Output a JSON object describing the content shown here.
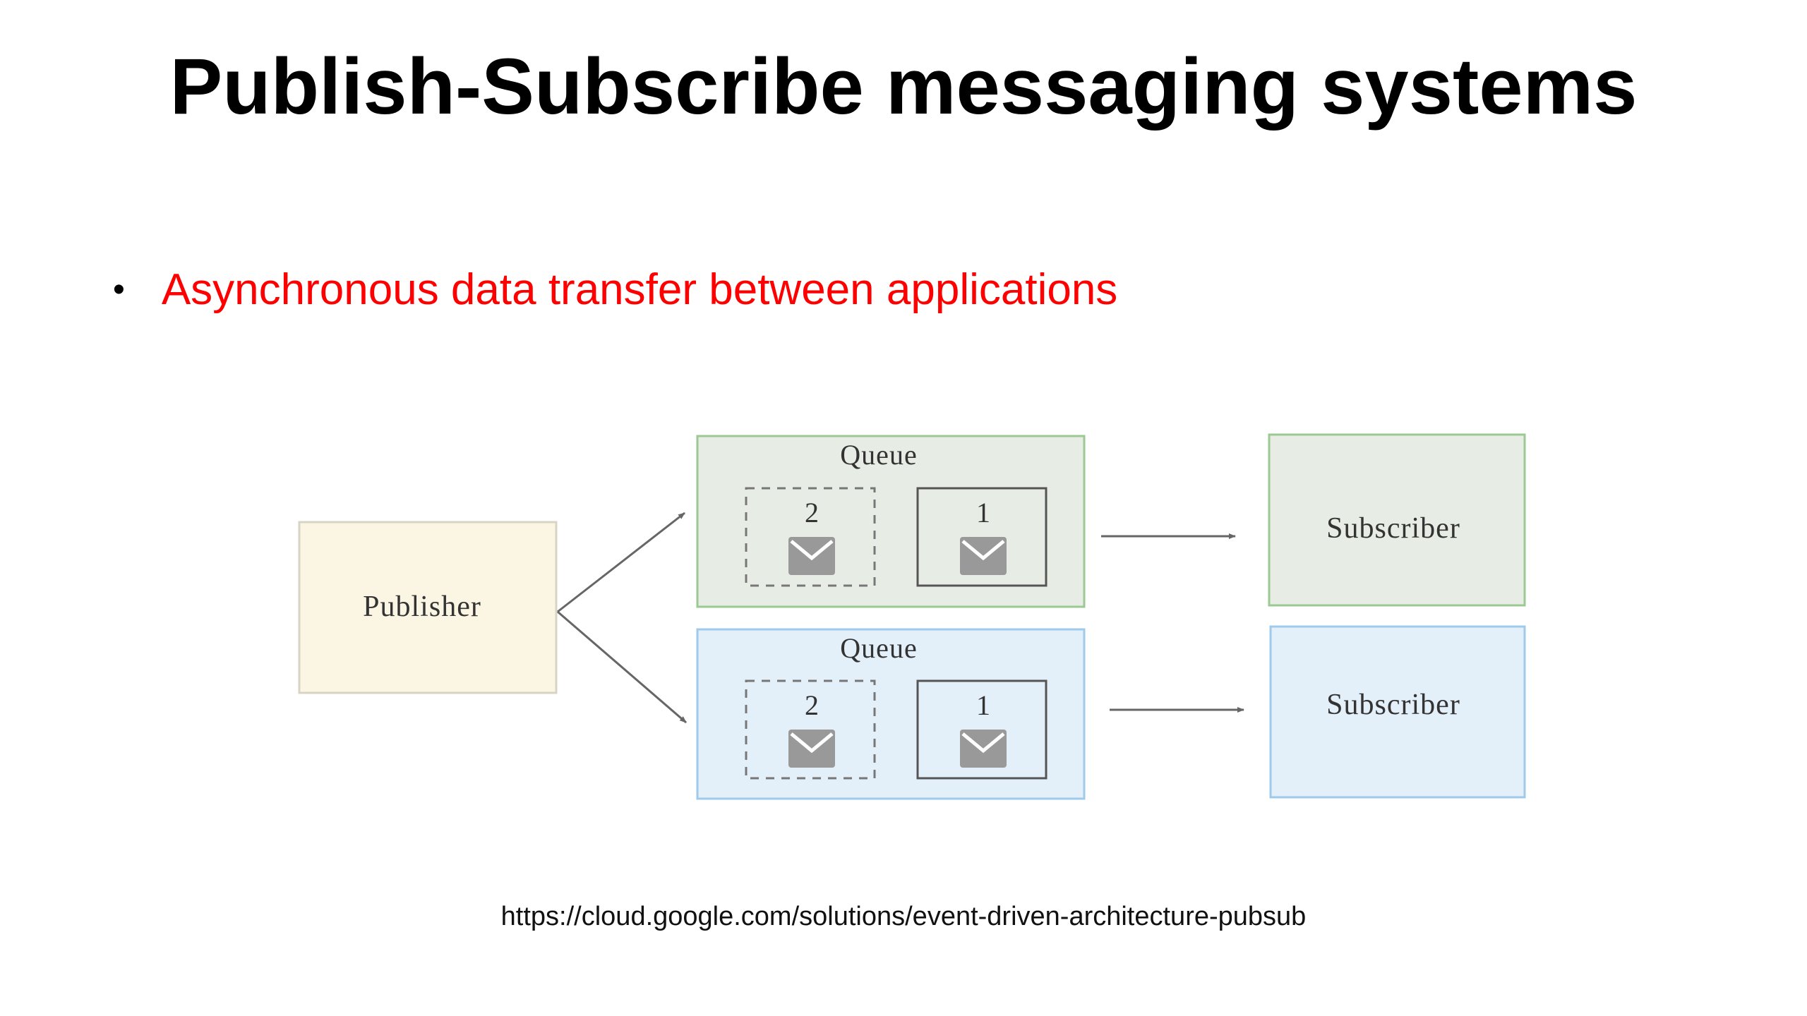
{
  "slide": {
    "title": "Publish-Subscribe messaging systems",
    "bullet": "•",
    "bullet_text": "Asynchronous data transfer between applications",
    "source_url": "https://cloud.google.com/solutions/event-driven-architecture-pubsub"
  },
  "colors": {
    "bullet_text": "#ff0000",
    "publisher_fill": "#fbf6e4",
    "publisher_stroke": "#d8d4c4",
    "green_fill": "#e7ece4",
    "green_stroke": "#9cc993",
    "blue_fill": "#e3eff9",
    "blue_stroke": "#9fcaea",
    "envelope": "#999999",
    "line": "#666666"
  },
  "diagram": {
    "publisher": {
      "label": "Publisher",
      "icon": "box"
    },
    "queues": [
      {
        "label": "Queue",
        "messages": [
          {
            "number": "2",
            "icon": "envelope-icon",
            "style": "dashed"
          },
          {
            "number": "1",
            "icon": "envelope-icon",
            "style": "solid"
          }
        ],
        "subscriber": "Subscriber"
      },
      {
        "label": "Queue",
        "messages": [
          {
            "number": "2",
            "icon": "envelope-icon",
            "style": "dashed"
          },
          {
            "number": "1",
            "icon": "envelope-icon",
            "style": "solid"
          }
        ],
        "subscriber": "Subscriber"
      }
    ]
  }
}
